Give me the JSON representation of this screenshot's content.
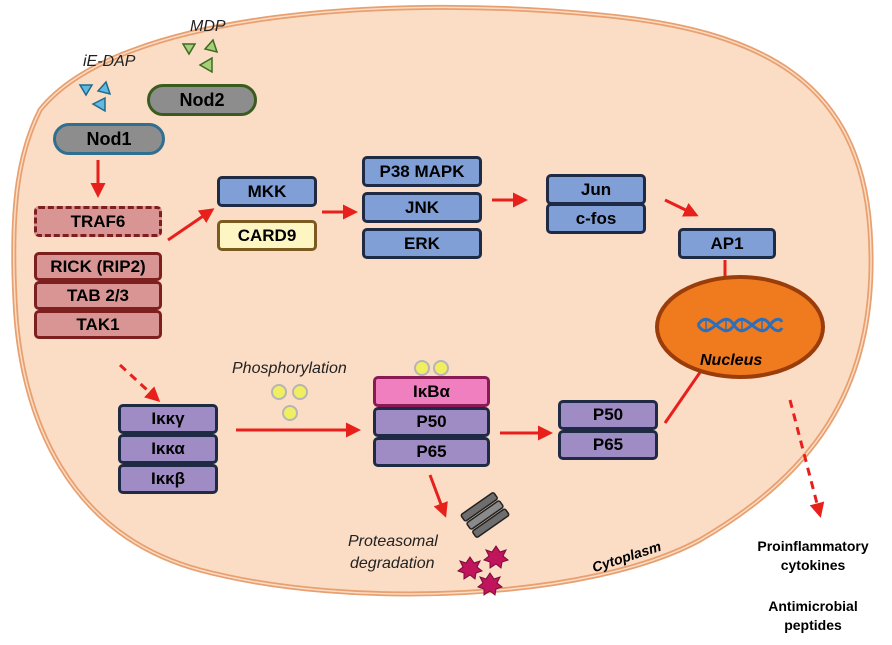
{
  "ligands": {
    "mdp": "MDP",
    "iedap": "iE-DAP"
  },
  "receptors": {
    "nod1": "Nod1",
    "nod2": "Nod2"
  },
  "adaptors": {
    "traf6": "TRAF6",
    "rick": "RICK (RIP2)",
    "tab": "TAB 2/3",
    "tak1": "TAK1"
  },
  "mapk_branch": {
    "mkk": "MKK",
    "card9": "CARD9",
    "p38": "P38 MAPK",
    "jnk": "JNK",
    "erk": "ERK",
    "jun": "Jun",
    "cfos": "c-fos",
    "ap1": "AP1"
  },
  "nfkb_branch": {
    "ikkg": "Iκκγ",
    "ikka": "Iκκα",
    "ikkb": "Iκκβ",
    "phosphorylation": "Phosphorylation",
    "ikba": "IκBα",
    "p50_bound": "P50",
    "p65_bound": "P65",
    "p50_free": "P50",
    "p65_free": "P65"
  },
  "nucleus": "Nucleus",
  "cytoplasm": "Cytoplasm",
  "degradation": {
    "line1": "Proteasomal",
    "line2": "degradation"
  },
  "outputs": {
    "line1": "Proinflammatory",
    "line2": "cytokines",
    "line3": "Antimicrobial",
    "line4": "peptides"
  },
  "colors": {
    "cell_fill": "#fbdcc4",
    "cell_border": "#e8a070",
    "arrow": "#e8201c",
    "nucleus_fill": "#f07a1e",
    "nucleus_border": "#9a3d0a",
    "phospho_dot": "#f2ee62",
    "ikba_fill": "#f07fc0"
  }
}
